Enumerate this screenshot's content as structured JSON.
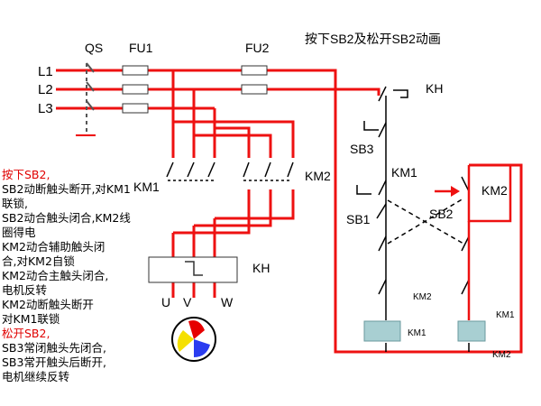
{
  "title": "按下SB2及松开SB2动画",
  "labels": {
    "qs": "QS",
    "fu1": "FU1",
    "fu2": "FU2",
    "l1": "L1",
    "l2": "L2",
    "l3": "L3",
    "km1_main": "KM1",
    "km2_main": "KM2",
    "kh_relay": "KH",
    "u": "U",
    "v": "V",
    "w": "W",
    "kh_ctrl": "KH",
    "sb3": "SB3",
    "km1_ctrl": "KM1",
    "sb1": "SB1",
    "sb2": "SB2",
    "km2_ctrl": "KM2",
    "km2_aux": "KM2",
    "km1_coil": "KM1",
    "km1_aux": "KM1",
    "km2_coil": "KM2"
  },
  "description": [
    {
      "text": "按下SB2,",
      "color": "red"
    },
    {
      "text": "SB2动断触头断开,对KM1",
      "color": "black"
    },
    {
      "text": "联锁,",
      "color": "black"
    },
    {
      "text": "SB2动合触头闭合,KM2线",
      "color": "black"
    },
    {
      "text": "圈得电",
      "color": "black"
    },
    {
      "text": "KM2动合辅助触头闭",
      "color": "black"
    },
    {
      "text": "合,对KM2自锁",
      "color": "black"
    },
    {
      "text": "KM2动合主触头闭合,",
      "color": "black"
    },
    {
      "text": "电机反转",
      "color": "black"
    },
    {
      "text": "KM2动断触头断开",
      "color": "black"
    },
    {
      "text": "对KM1联锁",
      "color": "black"
    },
    {
      "text": "松开SB2,",
      "color": "red"
    },
    {
      "text": "SB3常闭触头先闭合,",
      "color": "black"
    },
    {
      "text": "SB3常开触头后断开,",
      "color": "black"
    },
    {
      "text": "电机继续反转",
      "color": "black"
    }
  ],
  "colors": {
    "active": "#ee1111",
    "wire": "#000000",
    "coil": "#a8cfd2",
    "arrow": "#ee1111"
  }
}
